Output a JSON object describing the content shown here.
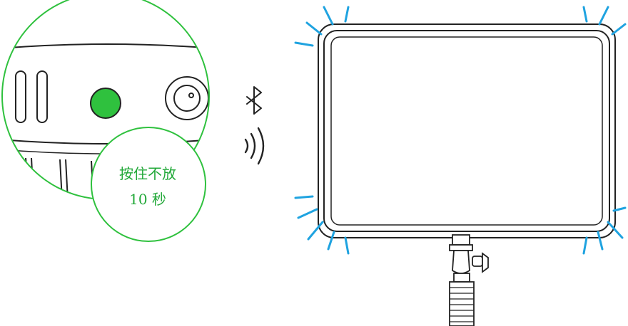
{
  "callout": {
    "line1": "按住不放",
    "line2": "10 秒"
  },
  "icons": {
    "bluetooth": "bluetooth-icon",
    "signal": "wireless-signal-icon",
    "button": "power-button"
  },
  "colors": {
    "accent_green": "#2fc13e",
    "callout_text": "#21a838",
    "glow_blue": "#1fa3e0",
    "line": "#222222"
  }
}
